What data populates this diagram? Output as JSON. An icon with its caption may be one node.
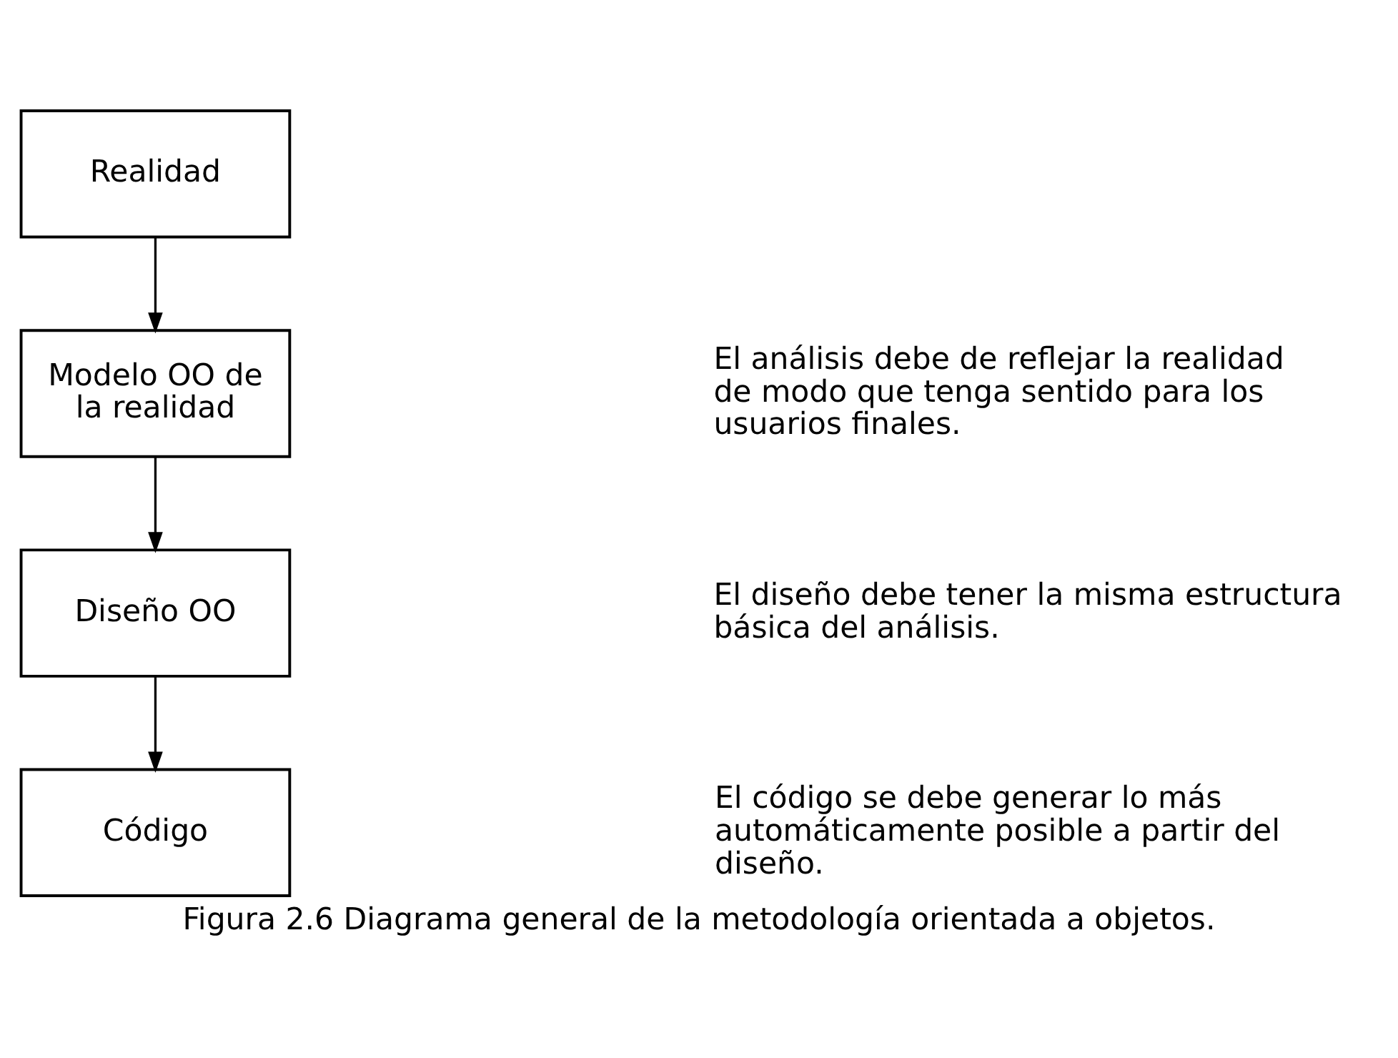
{
  "diagram": {
    "caption": "Figura 2.6 Diagrama general de la metodología orientada a objetos.",
    "nodes": [
      {
        "text": [
          "Realidad"
        ]
      },
      {
        "text": [
          "Modelo OO de la realidad"
        ]
      },
      {
        "text": [
          "Diseño OO"
        ]
      },
      {
        "text": [
          "Código"
        ]
      }
    ],
    "edges": [
      {
        "from": 0,
        "to": 1,
        "arrow": "to"
      },
      {
        "from": 1,
        "to": 2,
        "arrow": "to"
      },
      {
        "from": 2,
        "to": 3,
        "arrow": "to"
      }
    ],
    "labels": [
      "El análisis debe de reflejar la realidad de modo que tenga sentido para los usuarios finales.",
      "El diseño debe tener la misma estructura básica del análisis.",
      "El código se debe generar lo más automáticamente posible a partir del diseño."
    ]
  }
}
